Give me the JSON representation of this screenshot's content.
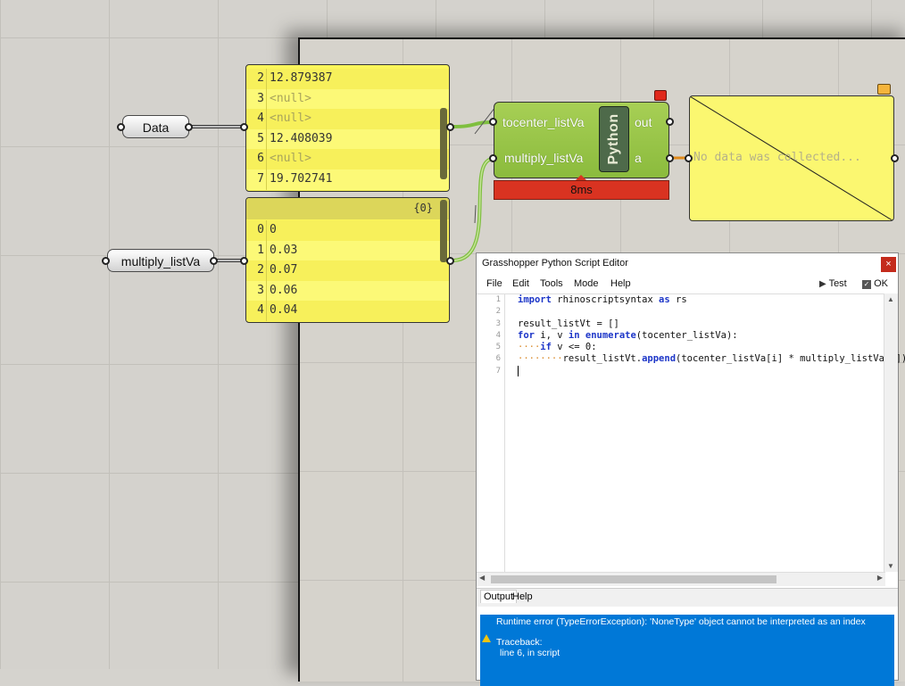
{
  "canvas": {
    "data_param": {
      "label": "Data"
    },
    "multiply_param": {
      "label": "multiply_listVa"
    },
    "panel_top": {
      "rows": [
        {
          "index": "2",
          "value": "12.879387",
          "null": false
        },
        {
          "index": "3",
          "value": "<null>",
          "null": true
        },
        {
          "index": "4",
          "value": "<null>",
          "null": true
        },
        {
          "index": "5",
          "value": "12.408039",
          "null": false
        },
        {
          "index": "6",
          "value": "<null>",
          "null": true
        },
        {
          "index": "7",
          "value": "19.702741",
          "null": false
        }
      ]
    },
    "panel_bottom": {
      "path_label": "{0}",
      "rows": [
        {
          "index": "0",
          "value": "0"
        },
        {
          "index": "1",
          "value": "0.03"
        },
        {
          "index": "2",
          "value": "0.07"
        },
        {
          "index": "3",
          "value": "0.06"
        },
        {
          "index": "4",
          "value": "0.04"
        }
      ]
    },
    "python_component": {
      "name": "Python",
      "input_1": "tocenter_listVa",
      "input_2": "multiply_listVa",
      "output_1": "out",
      "output_2": "a",
      "timer": "8ms"
    },
    "output_panel": {
      "text": "No data was collected..."
    }
  },
  "editor": {
    "title": "Grasshopper Python Script Editor",
    "close": "×",
    "menu": [
      "File",
      "Edit",
      "Tools",
      "Mode",
      "Help"
    ],
    "test_label": "Test",
    "ok_label": "OK",
    "line_numbers": [
      "1",
      "2",
      "3",
      "4",
      "5",
      "6",
      "7"
    ],
    "tabs": {
      "output": "Output",
      "help": "Help"
    },
    "error": {
      "line1": "Runtime error (TypeErrorException): 'NoneType' object cannot be interpreted as an index",
      "line2": "Traceback:",
      "line3": "line 6, in script"
    }
  },
  "colors": {
    "panel_yellow": "#fbf65a",
    "python_green": "#98c548",
    "timer_red": "#d93321",
    "selection_blue": "#0078d7"
  }
}
